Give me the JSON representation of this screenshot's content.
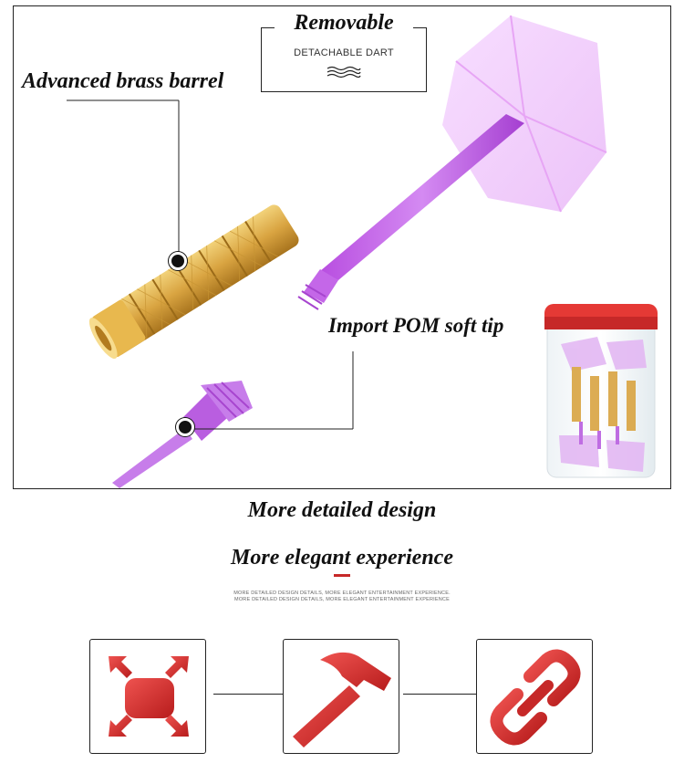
{
  "callouts": {
    "removable_title": "Removable",
    "removable_subtitle": "DETACHABLE DART",
    "barrel_label": "Advanced brass barrel",
    "tip_label": "Import POM soft tip"
  },
  "headings": {
    "line1": "More detailed design",
    "line2": "More elegant experience"
  },
  "small_description": "MORE DETAILED DESIGN DETAILS, MORE ELEGANT ENTERTAINMENT EXPERIENCE. MORE DETAILED DESIGN DETAILS, MORE ELEGANT ENTERTAINMENT EXPERIENCE",
  "feature_icons": [
    {
      "name": "expand-icon"
    },
    {
      "name": "hammer-icon"
    },
    {
      "name": "link-icon"
    }
  ],
  "colors": {
    "accent_red": "#c62828",
    "flight_purple": "#c77dea",
    "brass": "#d9a441"
  }
}
